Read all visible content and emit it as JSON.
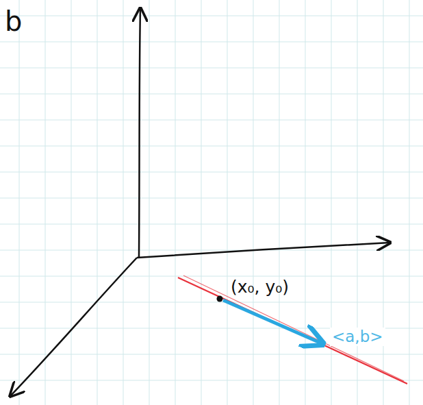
{
  "diagram": {
    "labels": [
      "b",
      "(x₀, y₀)",
      "<a,b>"
    ]
  }
}
